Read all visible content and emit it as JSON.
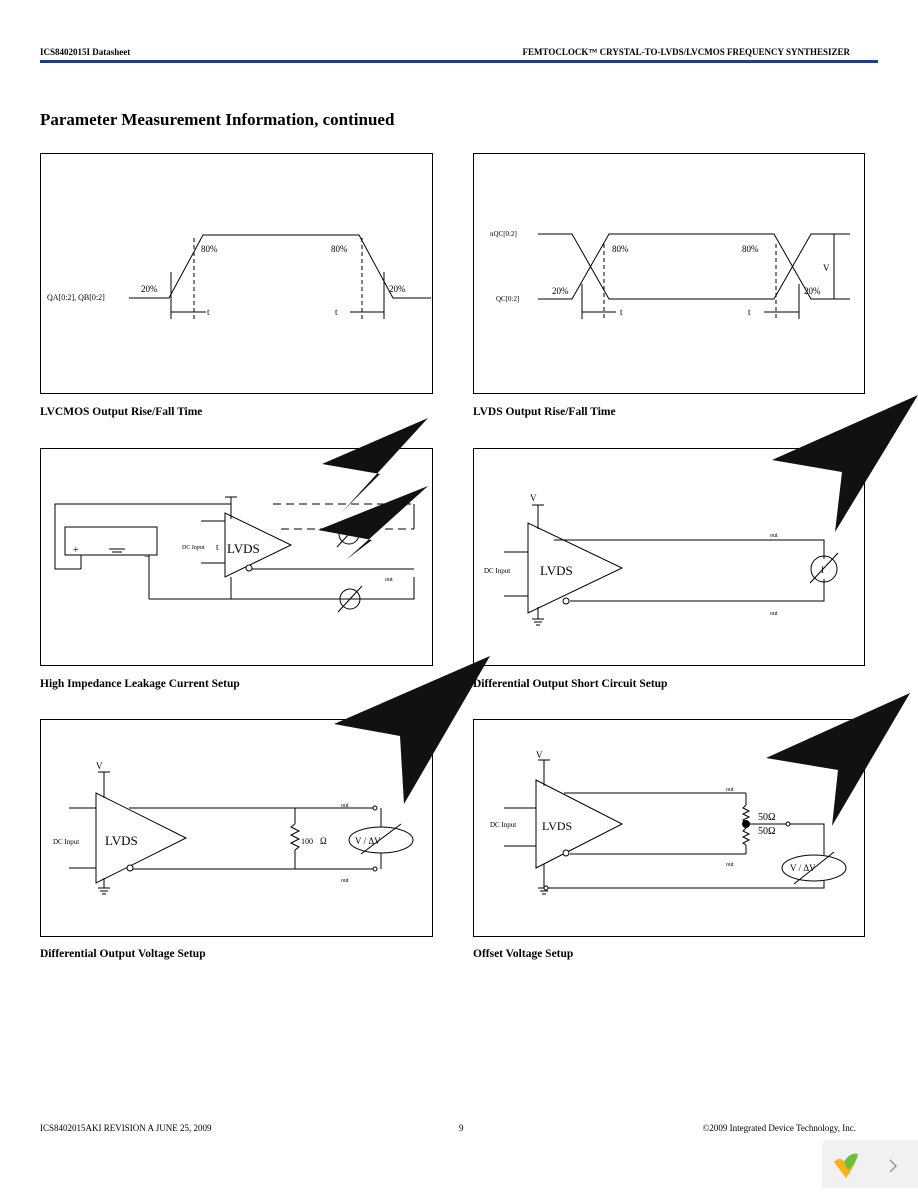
{
  "header": {
    "left": "ICS8402015I Datasheet",
    "right": "FEMTOCLOCK™ CRYSTAL-TO-LVDS/LVCMOS FREQUENCY SYNTHESIZER"
  },
  "page_title": "Parameter Measurement Information, continued",
  "panels": {
    "lvcmos": {
      "signal": "QA[0:2], QB[0:2]",
      "p20l": "20%",
      "p80l": "80%",
      "p80r": "80%",
      "p20r": "20%",
      "tr": "t",
      "tf": "t",
      "caption": "LVCMOS Output Rise/Fall Time"
    },
    "lvds": {
      "nq": "nQC[0:2]",
      "q": "QC[0:2]",
      "p20l": "20%",
      "p80l": "80%",
      "p80r": "80%",
      "p20r": "20%",
      "tr": "t",
      "tf": "t",
      "vswing": "V",
      "caption": "LVDS Output Rise/Fall Time"
    },
    "hiz": {
      "dc": "DC Input",
      "lvds": "LVDS",
      "t": "t",
      "out": "out",
      "caption": "High Impedance Leakage Current Setup"
    },
    "short": {
      "v": "V",
      "dc": "DC Input",
      "lvds": "LVDS",
      "i": "I",
      "out": "out",
      "caption": "Differential Output Short Circuit Setup"
    },
    "diffv": {
      "v": "V",
      "dc": "DC Input",
      "lvds": "LVDS",
      "res": "100",
      "ohm": "Ω",
      "meter": "V / ΔV",
      "out": "out",
      "caption": "Differential Output Voltage Setup"
    },
    "offset": {
      "v": "V",
      "dc": "DC Input",
      "lvds": "LVDS",
      "r1": "50Ω",
      "r2": "50Ω",
      "meter": "V / ΔV",
      "out": "out",
      "caption": "Offset Voltage Setup"
    }
  },
  "footer": {
    "left": "ICS8402015AKI REVISION A JUNE 25, 2009",
    "center": "9",
    "right": "©2009 Integrated Device Technology, Inc."
  }
}
